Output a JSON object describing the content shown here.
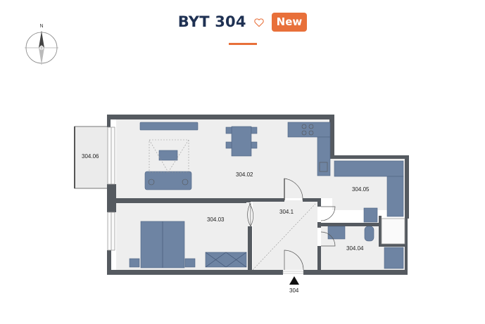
{
  "header": {
    "title": "BYT 304",
    "badge": "New"
  },
  "compass": {
    "north_label": "N"
  },
  "plan": {
    "rooms": {
      "balcony": "304.06",
      "living": "304.02",
      "bedroom": "304.03",
      "hall": "304.1",
      "bathroom": "304.05",
      "wc": "304.04"
    },
    "entrance_label": "304"
  },
  "colors": {
    "title": "#1f3153",
    "accent": "#e8703a",
    "wall": "#555a60",
    "floor": "#eeeeee",
    "furniture": "#6e84a3"
  }
}
